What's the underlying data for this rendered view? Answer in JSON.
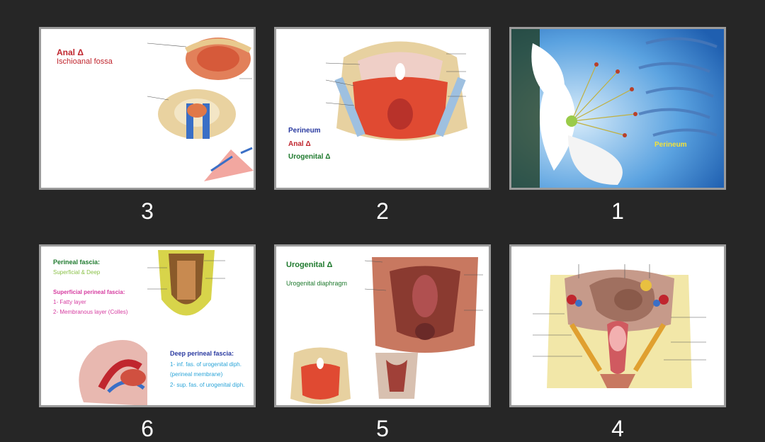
{
  "colors": {
    "background": "#262626",
    "thumb_border": "#9b9b9b",
    "red_label": "#c0262e",
    "blue_label": "#2a3aa0",
    "green_label": "#1f7a2e",
    "pink_label": "#d63ca0",
    "light_green": "#8cc24a",
    "cyan_label": "#2aa4d8",
    "yellow_label": "#f2e23a"
  },
  "slides": [
    {
      "number": "3",
      "texts": [
        "Anal Δ",
        "Ischioanal fossa"
      ]
    },
    {
      "number": "2",
      "texts": [
        "Perineum",
        "Anal Δ",
        "Urogenital Δ"
      ]
    },
    {
      "number": "1",
      "texts": [
        "Perineum"
      ]
    },
    {
      "number": "6",
      "texts": [
        "Perineal fascia:",
        "Superficial & Deep",
        "Superficial perineal fascia:",
        "1- Fatty layer",
        "2- Membranous layer (Colles)",
        "Deep perineal fascia:",
        "1- inf. fas. of urogenital diph.",
        "(perineal membrane)",
        "2- sup. fas. of urogenital diph."
      ]
    },
    {
      "number": "5",
      "texts": [
        "Urogenital Δ",
        "Urogenital diaphragm"
      ]
    },
    {
      "number": "4",
      "texts": []
    }
  ]
}
